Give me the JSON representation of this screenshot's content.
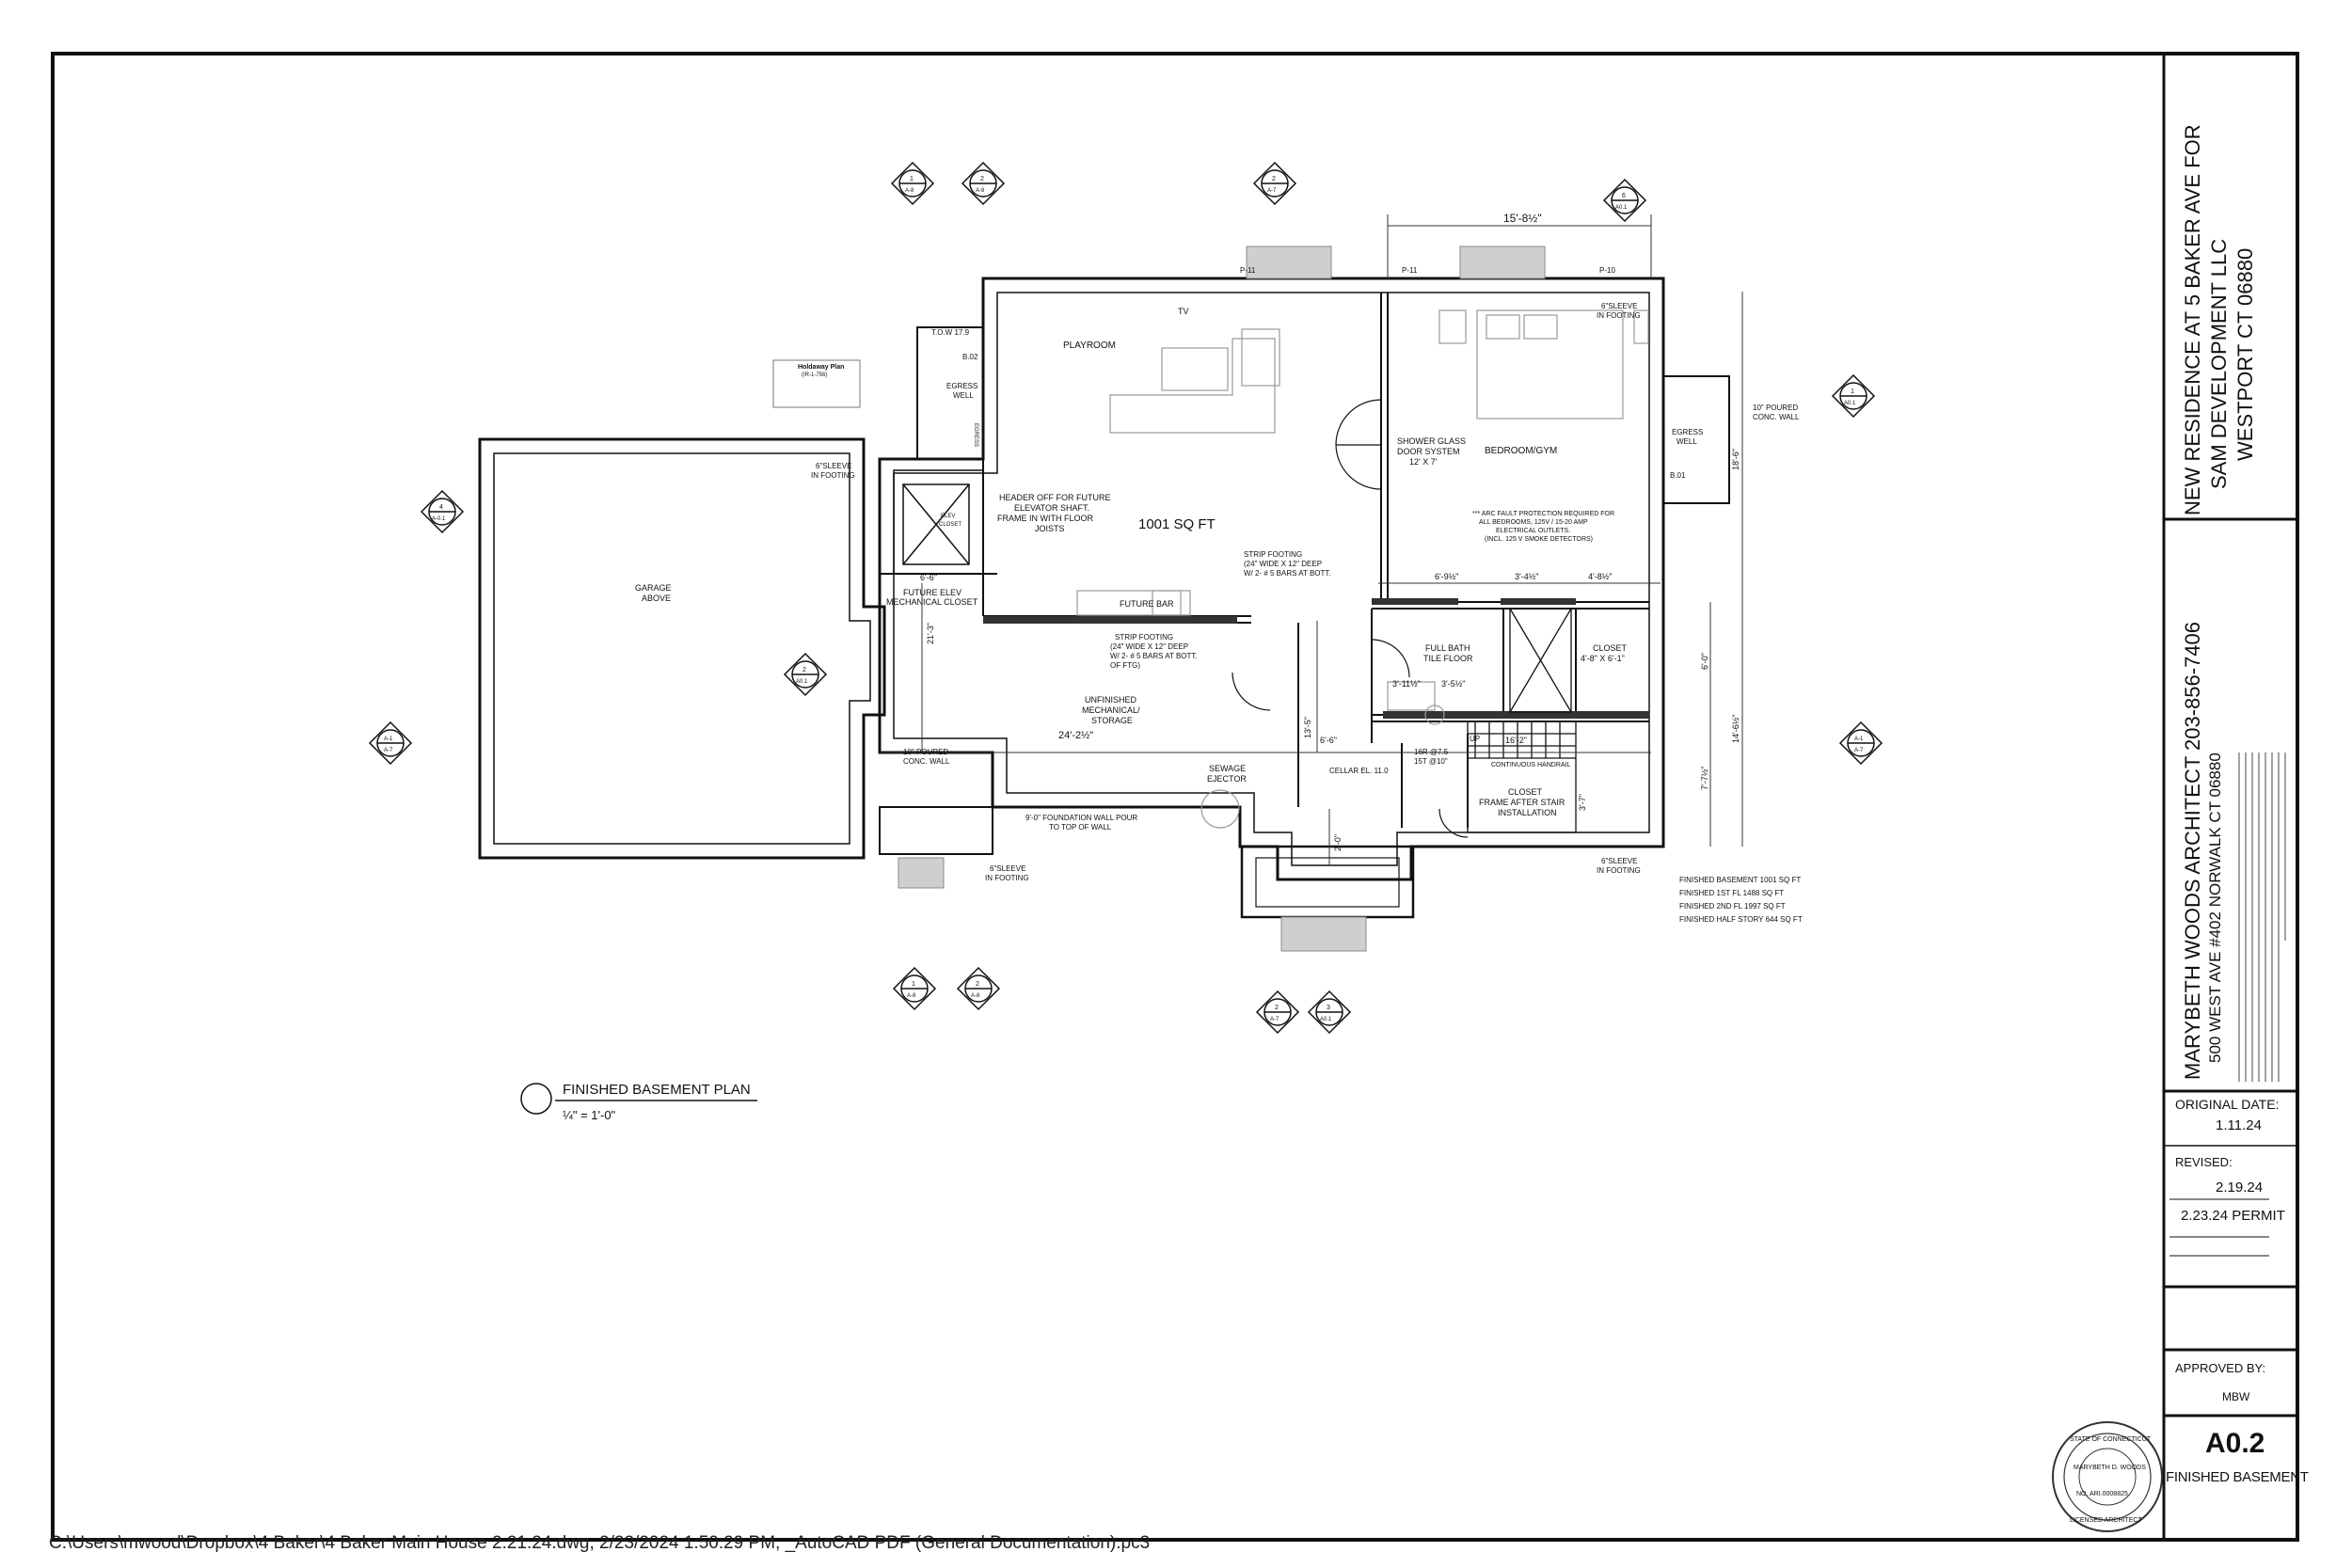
{
  "project": {
    "title_line1": "NEW RESIDENCE AT 5 BAKER AVE FOR",
    "title_line2": "SAM DEVELOPMENT LLC",
    "title_line3": "WESTPORT CT 06880"
  },
  "architect": {
    "name_phone": "MARYBETH WOODS ARCHITECT 203-856-7406",
    "address": "500 WEST AVE  #402  NORWALK CT 06880"
  },
  "dates": {
    "original_label": "ORIGINAL DATE:",
    "original_value": "1.11.24",
    "revised_label": "REVISED:",
    "revised_1": "2.19.24",
    "revised_2": "2.23.24 PERMIT"
  },
  "approval": {
    "label": "APPROVED BY:",
    "value": "MBW"
  },
  "sheet": {
    "number": "A0.2",
    "title": "FINISHED BASEMENT"
  },
  "drawing": {
    "title": "FINISHED BASEMENT PLAN",
    "scale": "¼\" = 1'-0\""
  },
  "rooms": {
    "playroom": "PLAYROOM",
    "bedroom": "BEDROOM/GYM",
    "shower_1": "SHOWER GLASS",
    "shower_2": "DOOR SYSTEM",
    "shower_3": "12' X 7'",
    "area": "1001 SQ FT",
    "garage_1": "GARAGE",
    "garage_2": "ABOVE",
    "unfinished_1": "UNFINISHED",
    "unfinished_2": "MECHANICAL/",
    "unfinished_3": "STORAGE",
    "full_bath_1": "FULL BATH",
    "full_bath_2": "TILE FLOOR",
    "closet_1": "CLOSET",
    "closet_2": "4'-8\" X 6'-1\"",
    "closet_stair_1": "CLOSET",
    "closet_stair_2": "FRAME AFTER STAIR",
    "closet_stair_3": "INSTALLATION",
    "egress_well": "EGRESS",
    "egress_well_2": "WELL",
    "future_elev_1": "FUTURE ELEV",
    "future_elev_2": "MECHANICAL CLOSET",
    "elev_closet_1": "ELEV",
    "elev_closet_2": "CLOSET",
    "future_bar": "FUTURE BAR",
    "sewage_1": "SEWAGE",
    "sewage_2": "EJECTOR",
    "cellar": "CELLAR EL. 11.0",
    "tv": "TV"
  },
  "notes": {
    "header_1": "HEADER OFF FOR FUTURE",
    "header_2": "ELEVATOR SHAFT.",
    "header_3": "FRAME IN WITH FLOOR",
    "header_4": "JOISTS",
    "strip1_1": "STRIP FOOTING",
    "strip1_2": "(24\" WIDE X 12\" DEEP",
    "strip1_3": "W/ 2- # 5 BARS AT BOTT.",
    "strip2_1": "STRIP FOOTING",
    "strip2_2": "(24\" WIDE X 12\" DEEP",
    "strip2_3": "W/ 2- # 5 BARS AT BOTT.",
    "strip2_4": "OF FTG)",
    "arc_1": "*** ARC FAULT PROTECTION REQUIRED FOR",
    "arc_2": "ALL BEDROOMS, 125V / 15-20 AMP",
    "arc_3": "ELECTRICAL OUTLETS.",
    "arc_4": "(INCL. 125 V SMOKE DETECTORS)",
    "sleeve": "6\"SLEEVE",
    "in_footing": "IN FOOTING",
    "conc_wall_1": "10\" POURED",
    "conc_wall_2": "CONC. WALL",
    "fdn_1": "9'-0\" FOUNDATION WALL POUR",
    "fdn_2": "TO TOP OF  WALL",
    "handrail": "CONTINUOUS HANDRAIL",
    "stair_1": "16R @7.5",
    "stair_2": "15T @10\"",
    "up": "UP",
    "tow": "T.O.W 17.9",
    "egress_tag": "EGRESS"
  },
  "areas": [
    "FINISHED BASEMENT 1001 SQ FT",
    "FINISHED 1ST FL 1488 SQ FT",
    "FINISHED 2ND FL 1997 SQ FT",
    "FINISHED HALF STORY 644 SQ FT"
  ],
  "windows": [
    "P-11",
    "P-11",
    "P-10",
    "B.02",
    "B.01"
  ],
  "dimensions": {
    "d_15_8": "15'-8½\"",
    "d_6_6": "6'-6\"",
    "d_21_3": "21'-3\"",
    "d_24_2": "24'-2½\"",
    "d_6_6b": "6'-6\"",
    "d_13_5": "13'-5\"",
    "d_16_2": "16'-2\"",
    "d_14_6": "14'-6½\"",
    "d_18_6": "18'-6\"",
    "d_6_0": "6'-0\"",
    "d_7_7": "7'-7½\"",
    "d_2_0": "2'-0\"",
    "d_6_9": "6'-9½\"",
    "d_3_4": "3'-4½\"",
    "d_4_8": "4'-8½\"",
    "d_3_11": "3'-11½\"",
    "d_3_5": "3'-5½\"",
    "d_3_7": "3'-7\""
  },
  "sections": {
    "s1": {
      "num": "1",
      "ref": "A-8"
    },
    "s2": {
      "num": "2",
      "ref": "A-8"
    },
    "s3": {
      "num": "2",
      "ref": "A-7"
    },
    "s4": {
      "num": "6",
      "ref": "A0.1"
    },
    "s5": {
      "num": "4",
      "ref": "A-0.1"
    },
    "s6": {
      "num": "1",
      "ref": "A0.1"
    },
    "s7": {
      "num": "2",
      "ref": "A0.1"
    },
    "s8": {
      "num": "A-1",
      "ref": "A-7"
    },
    "s9": {
      "num": "A-1",
      "ref": "A-7"
    },
    "s10": {
      "num": "2",
      "ref": "A-7"
    },
    "s11": {
      "num": "3",
      "ref": "A0.1"
    }
  },
  "holdaway": {
    "title": "Holdaway Plan",
    "sub": "(IR-1-756)"
  },
  "seal": {
    "top": "STATE OF CONNECTICUT",
    "name": "MARYBETH D. WOODS",
    "no": "NO. ARI.0008825",
    "bottom": "LICENSED ARCHITECT"
  },
  "footer": "C:\\Users\\mwood\\Dropbox\\4 Baker\\4 Baker Main House 2.21.24.dwg, 2/23/2024 1:50:29 PM, _AutoCAD PDF (General Documentation).pc3"
}
